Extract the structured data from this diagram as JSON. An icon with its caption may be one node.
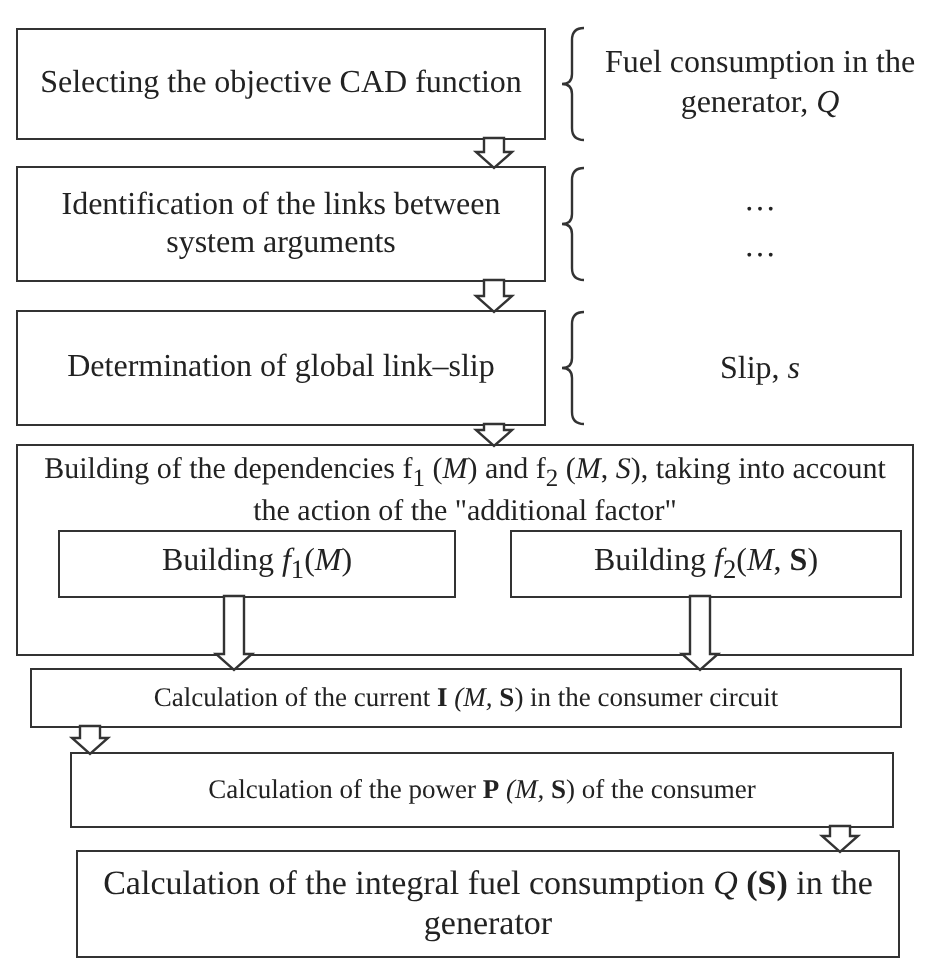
{
  "diagram": {
    "nodes": [
      {
        "text": [
          "Selecting the objective CAD function"
        ]
      },
      {
        "text": [
          "Identification of the links between system arguments"
        ]
      },
      {
        "text": [
          "Determination of global link–slip"
        ]
      },
      {
        "text": [
          "Building of the dependencies f$_{1}$ (*M*) and f$_{2}$ (*M*, *S*), taking into account the action of the \"additional factor\""
        ]
      },
      {
        "text": [
          "Building *f*$_{1}$(*M*)"
        ],
        "in": 3
      },
      {
        "text": [
          "Building *f*$_{2}$(*M*, **S**)"
        ],
        "in": 3
      },
      {
        "text": [
          "Calculation of the current **I** *(M,* **S**) in the consumer circuit"
        ]
      },
      {
        "text": [
          "Calculation of the power **P** *(M,* **S**) of the consumer"
        ]
      },
      {
        "text": [
          "Calculation of the integral fuel consumption *Q* **(S)** in the generator"
        ]
      }
    ],
    "edges": [
      {
        "from": 0,
        "to": 1,
        "arrow": "to"
      },
      {
        "from": 1,
        "to": 2,
        "arrow": "to"
      },
      {
        "from": 2,
        "to": 3,
        "arrow": "to"
      },
      {
        "from": 4,
        "to": 6,
        "arrow": "to"
      },
      {
        "from": 5,
        "to": 6,
        "arrow": "to"
      },
      {
        "from": 6,
        "to": 7,
        "arrow": "to"
      },
      {
        "from": 7,
        "to": 8,
        "arrow": "to"
      }
    ],
    "labels": [
      "Fuel consumption in the generator, *Q*",
      "…",
      "…",
      "Slip, *s*"
    ]
  }
}
